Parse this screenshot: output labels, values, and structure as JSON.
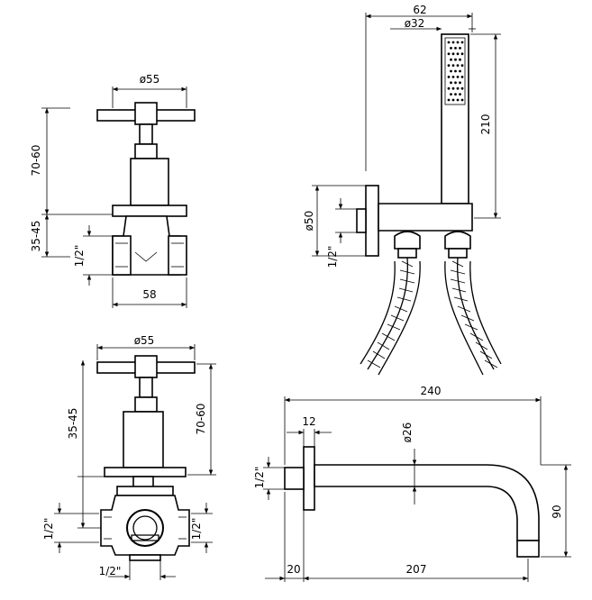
{
  "dimensions": {
    "valve_top_width": "ø55",
    "valve_top_height": "70-60",
    "valve_top_stem": "35-45",
    "valve_top_thread": "1/2\"",
    "valve_top_body_width": "58",
    "handshower_total_width": "62",
    "handshower_head_diameter": "ø32",
    "handshower_length": "210",
    "wall_outlet_diameter": "ø50",
    "wall_outlet_thread": "1/2\"",
    "valve_bottom_width": "ø55",
    "valve_bottom_stem": "35-45",
    "valve_bottom_height": "70-60",
    "valve_bottom_left_thread": "1/2\"",
    "valve_bottom_right_thread": "1/2\"",
    "valve_bottom_base_thread": "1/2\"",
    "spout_length": "240",
    "spout_flange": "12",
    "spout_pipe_diameter": "ø26",
    "spout_thread": "1/2\"",
    "spout_height": "90",
    "spout_wall_offset": "20",
    "spout_reach": "207"
  }
}
